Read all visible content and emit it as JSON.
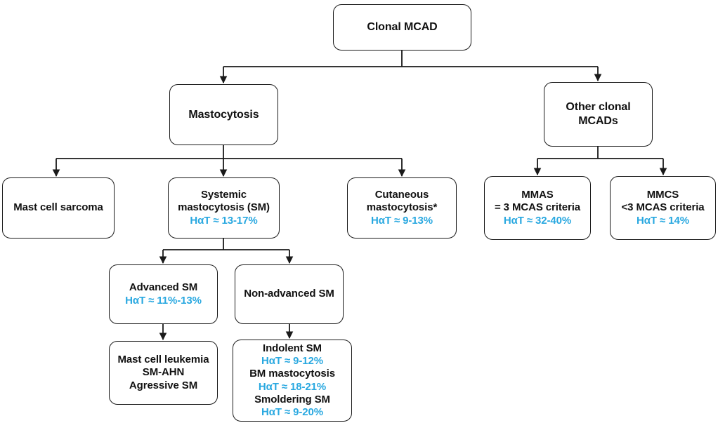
{
  "diagram": {
    "title": "Clonal MCAD classification flowchart",
    "type": "flowchart",
    "accent_color": "#29a8e0",
    "text_color": "#111111",
    "border_color": "#1a1a1a",
    "background": "#ffffff",
    "footnote_marker": "*"
  },
  "nodes": {
    "root": {
      "id": "clonal-mcad",
      "lines": [
        "Clonal MCAD"
      ]
    },
    "mastocytosis": {
      "id": "mastocytosis",
      "lines": [
        "Mastocytosis"
      ]
    },
    "other_clonal": {
      "id": "other-clonal-mcads",
      "lines": [
        "Other clonal",
        "MCADs"
      ]
    },
    "mast_cell_sarcoma": {
      "id": "mast-cell-sarcoma",
      "lines": [
        "Mast cell sarcoma"
      ]
    },
    "systemic_mastocytosis": {
      "id": "systemic-mastocytosis",
      "lines": [
        "Systemic",
        "mastocytosis (SM)"
      ],
      "hat": "HαT ≈ 13-17%"
    },
    "cutaneous_mastocytosis": {
      "id": "cutaneous-mastocytosis",
      "lines": [
        "Cutaneous",
        "mastocytosis*"
      ],
      "hat": "HαT ≈ 9-13%"
    },
    "mmas": {
      "id": "mmas",
      "lines": [
        "MMAS",
        "= 3 MCAS criteria"
      ],
      "hat": "HαT ≈ 32-40%"
    },
    "mmcs": {
      "id": "mmcs",
      "lines": [
        "MMCS",
        "<3 MCAS criteria"
      ],
      "hat": "HαT ≈ 14%"
    },
    "advanced_sm": {
      "id": "advanced-sm",
      "lines": [
        "Advanced SM"
      ],
      "hat": "HαT ≈ 11%-13%"
    },
    "non_advanced_sm": {
      "id": "non-advanced-sm",
      "lines": [
        "Non-advanced SM"
      ]
    },
    "advanced_subtypes": {
      "id": "advanced-sm-subtypes",
      "lines": [
        "Mast cell leukemia",
        "SM-AHN",
        "Agressive SM"
      ]
    },
    "non_advanced_subtypes": {
      "id": "non-advanced-sm-subtypes",
      "entries": [
        {
          "label": "Indolent SM",
          "hat": "HαT ≈ 9-12%"
        },
        {
          "label": "BM mastocytosis",
          "hat": "HαT ≈ 18-21%"
        },
        {
          "label": "Smoldering SM",
          "hat": "HαT ≈ 9-20%"
        }
      ]
    }
  },
  "edges": [
    {
      "from": "clonal-mcad",
      "to": "mastocytosis"
    },
    {
      "from": "clonal-mcad",
      "to": "other-clonal-mcads"
    },
    {
      "from": "mastocytosis",
      "to": "mast-cell-sarcoma"
    },
    {
      "from": "mastocytosis",
      "to": "systemic-mastocytosis"
    },
    {
      "from": "mastocytosis",
      "to": "cutaneous-mastocytosis"
    },
    {
      "from": "other-clonal-mcads",
      "to": "mmas"
    },
    {
      "from": "other-clonal-mcads",
      "to": "mmcs"
    },
    {
      "from": "systemic-mastocytosis",
      "to": "advanced-sm"
    },
    {
      "from": "systemic-mastocytosis",
      "to": "non-advanced-sm"
    },
    {
      "from": "advanced-sm",
      "to": "advanced-sm-subtypes"
    },
    {
      "from": "non-advanced-sm",
      "to": "non-advanced-sm-subtypes"
    }
  ]
}
